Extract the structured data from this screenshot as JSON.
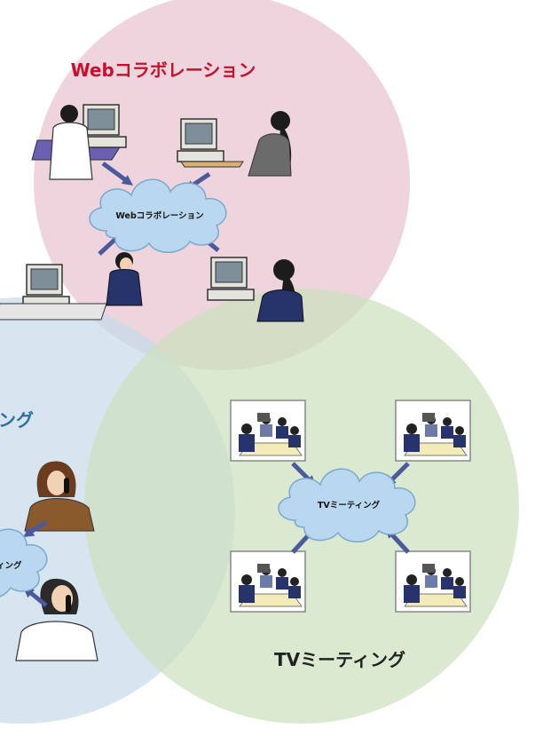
{
  "diagram": {
    "circles": {
      "web": {
        "title": "Webコラボレーション",
        "cloud_label": "Webコラボレーション",
        "fill": "#e8c3cf",
        "title_color": "#c8102e"
      },
      "tv": {
        "title": "TVミーティング",
        "cloud_label": "TVミーティング",
        "fill": "#cde0bf",
        "title_color": "#222222"
      },
      "phone": {
        "title_fragment": "ング",
        "cloud_label_fragment": "ィング",
        "fill": "#c6dbe9",
        "title_color": "#2f6ea5"
      }
    },
    "colors": {
      "cloud": "#b9d8ef",
      "cloud_stroke": "#7aa8cf",
      "arrow": "#4b5a9c",
      "person_suit": "#27336b",
      "screen": "#cfd6dd"
    },
    "icons": [
      "person-at-computer-icon",
      "woman-at-computer-icon",
      "video-conference-room-icon",
      "woman-on-phone-icon",
      "cloud-network-icon"
    ]
  }
}
